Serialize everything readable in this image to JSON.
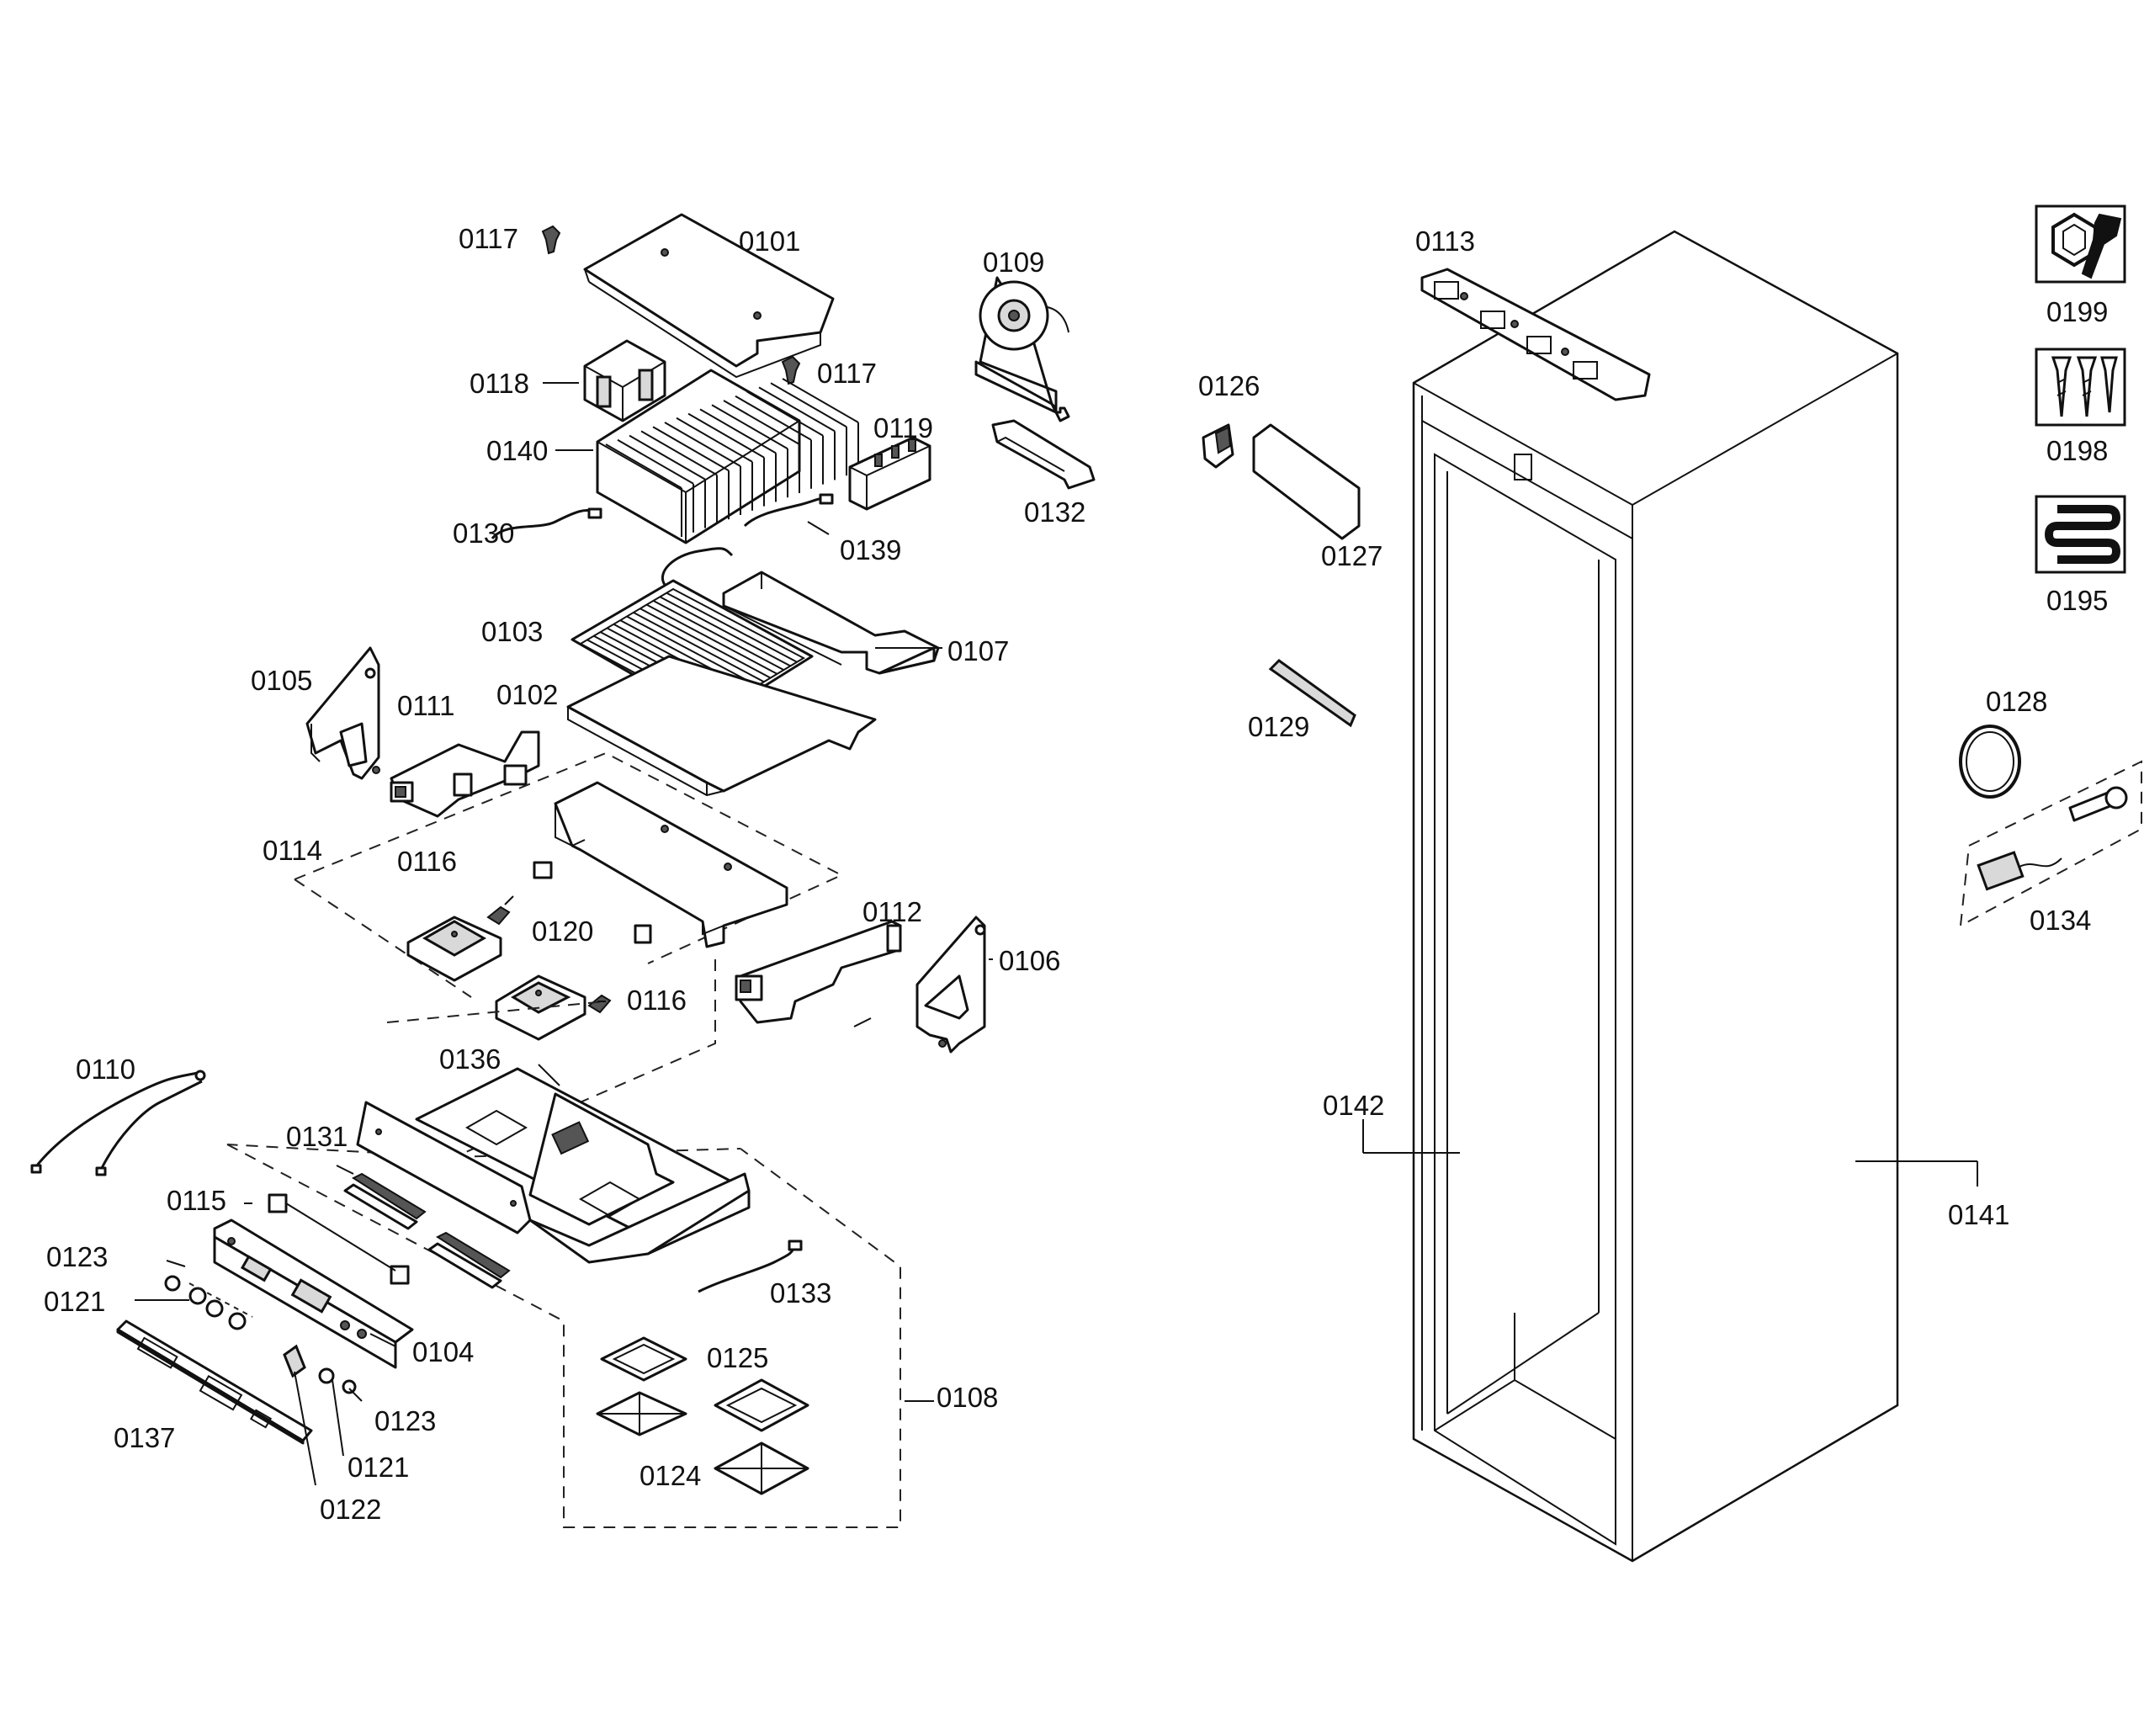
{
  "parts": {
    "p0101": "0101",
    "p0102": "0102",
    "p0103": "0103",
    "p0104": "0104",
    "p0105": "0105",
    "p0106": "0106",
    "p0107": "0107",
    "p0108": "0108",
    "p0109": "0109",
    "p0110": "0110",
    "p0111": "0111",
    "p0112": "0112",
    "p0113": "0113",
    "p0114": "0114",
    "p0115": "0115",
    "p0116": "0116",
    "p0117": "0117",
    "p0118": "0118",
    "p0119": "0119",
    "p0120": "0120",
    "p0121": "0121",
    "p0122": "0122",
    "p0123": "0123",
    "p0124": "0124",
    "p0125": "0125",
    "p0126": "0126",
    "p0127": "0127",
    "p0128": "0128",
    "p0129": "0129",
    "p0130": "0130",
    "p0131": "0131",
    "p0132": "0132",
    "p0133": "0133",
    "p0134": "0134",
    "p0136": "0136",
    "p0137": "0137",
    "p0139": "0139",
    "p0140": "0140",
    "p0141": "0141",
    "p0142": "0142",
    "p0195": "0195",
    "p0198": "0198",
    "p0199": "0199"
  },
  "icons": {
    "p0199": "wrench-nut-icon",
    "p0198": "screws-icon",
    "p0195": "heating-coil-icon"
  }
}
